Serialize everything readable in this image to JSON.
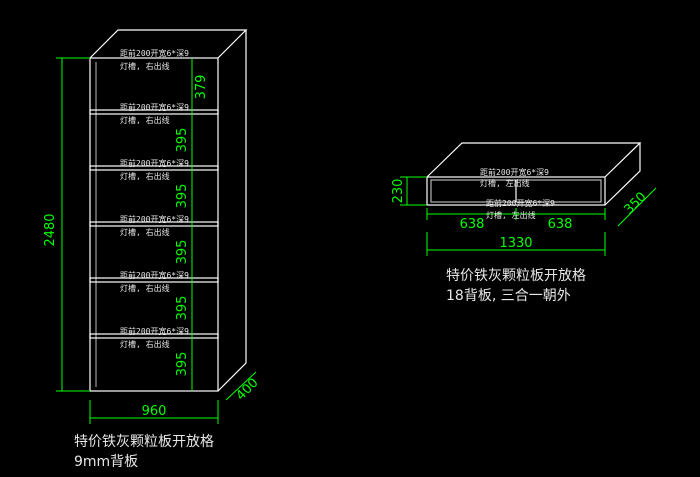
{
  "tall_cabinet": {
    "height_dim": "2480",
    "width_dim": "960",
    "depth_dim": "400",
    "shelf_dims": [
      "379",
      "395",
      "395",
      "395",
      "395",
      "395"
    ],
    "note_line1": "距前200开宽6*深9",
    "note_line2": "灯槽, 右出线",
    "caption_line1": "特价铁灰颗粒板开放格",
    "caption_line2": "9mm背板"
  },
  "short_cabinet": {
    "height_dim": "230",
    "left_width_dim": "638",
    "right_width_dim": "638",
    "total_width_dim": "1330",
    "depth_dim": "350",
    "note_top_line1": "距前200开宽6*深9",
    "note_top_line2": "灯槽, 左出线",
    "note_bottom": "距前200开宽6*深9",
    "note_bottom_line2": "灯槽, 左出线",
    "caption_line1": "特价铁灰颗粒板开放格",
    "caption_line2": "18背板, 三合一朝外"
  },
  "colors": {
    "background": "#000000",
    "edges": "#ffffff",
    "dimensions": "#00ff00",
    "text": "#e6e6e6"
  }
}
